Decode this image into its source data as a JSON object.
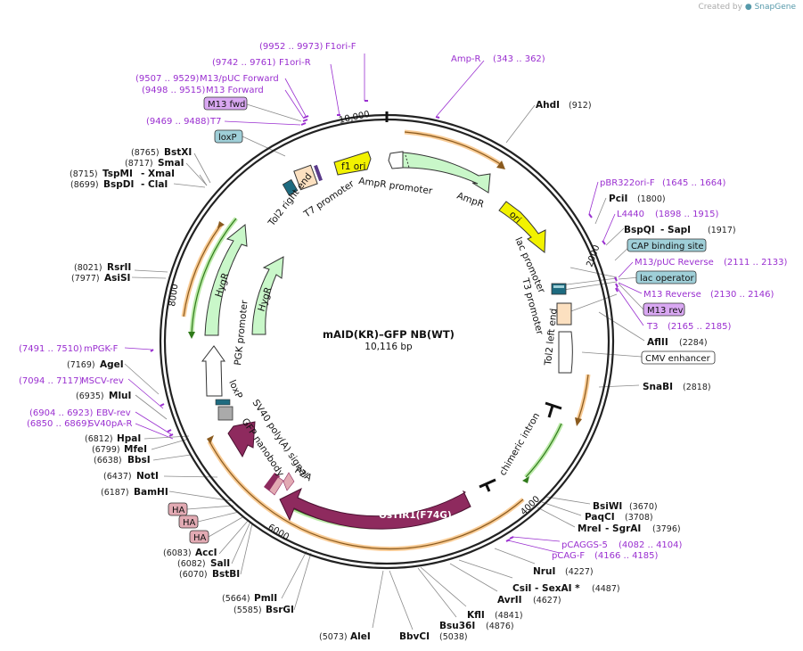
{
  "credit": {
    "prefix": "Created by",
    "brand": "SnapGene"
  },
  "plasmid": {
    "name": "mAID(KR)–GFP NB(WT)",
    "length": "10,116 bp"
  },
  "ticks": {
    "t2000": "2000",
    "t4000": "4000",
    "t6000": "6000",
    "t8000": "8000",
    "t10000": "10,000"
  },
  "sites": [
    {
      "name": "AhdI",
      "pos": "(912)"
    },
    {
      "name": "PciI",
      "pos": "(1800)"
    },
    {
      "name": "BspQI",
      "sep": "- SapI",
      "pos": "(1917)"
    },
    {
      "name": "AflII",
      "pos": "(2284)"
    },
    {
      "name": "SnaBI",
      "pos": "(2818)"
    },
    {
      "name": "BsiWI",
      "pos": "(3670)"
    },
    {
      "name": "PaqCI",
      "pos": "(3708)"
    },
    {
      "name": "MreI",
      "sep": "- SgrAI",
      "pos": "(3796)"
    },
    {
      "name": "NruI",
      "pos": "(4227)"
    },
    {
      "name": "CsiI",
      "sep": "- SexAI *",
      "pos": "(4487)"
    },
    {
      "name": "AvrII",
      "pos": "(4627)"
    },
    {
      "name": "KflI",
      "pos": "(4841)"
    },
    {
      "name": "Bsu36I",
      "pos": "(4876)"
    },
    {
      "name": "BbvCI",
      "pos": "(5038)"
    },
    {
      "name": "AleI",
      "pos": "(5073)"
    },
    {
      "name": "BsrGI",
      "pos": "(5585)"
    },
    {
      "name": "PmlI",
      "pos": "(5664)"
    },
    {
      "name": "BstBI",
      "pos": "(6070)"
    },
    {
      "name": "SalI",
      "pos": "(6082)"
    },
    {
      "name": "AccI",
      "pos": "(6083)"
    },
    {
      "name": "BamHI",
      "pos": "(6187)"
    },
    {
      "name": "NotI",
      "pos": "(6437)"
    },
    {
      "name": "BbsI",
      "pos": "(6638)"
    },
    {
      "name": "MfeI",
      "pos": "(6799)"
    },
    {
      "name": "HpaI",
      "pos": "(6812)"
    },
    {
      "name": "MluI",
      "pos": "(6935)"
    },
    {
      "name": "AgeI",
      "pos": "(7169)"
    },
    {
      "name": "AsiSI",
      "pos": "(7977)"
    },
    {
      "name": "RsrII",
      "pos": "(8021)"
    },
    {
      "name": "BspDI",
      "sep": "- ClaI",
      "pos": "(8699)"
    },
    {
      "name": "TspMI",
      "sep": "- XmaI",
      "pos": "(8715)"
    },
    {
      "name": "SmaI",
      "pos": "(8717)"
    },
    {
      "name": "BstXI",
      "pos": "(8765)"
    }
  ],
  "primers": [
    {
      "name": "F1ori-F",
      "range": "(9952 .. 9973)"
    },
    {
      "name": "F1ori-R",
      "range": "(9742 .. 9761)"
    },
    {
      "name": "M13/pUC Forward",
      "range": "(9507 .. 9529)"
    },
    {
      "name": "M13 Forward",
      "range": "(9498 .. 9515)"
    },
    {
      "name": "T7",
      "range": "(9469 .. 9488)"
    },
    {
      "name": "Amp-R",
      "range": "(343 .. 362)"
    },
    {
      "name": "pBR322ori-F",
      "range": "(1645 .. 1664)"
    },
    {
      "name": "L4440",
      "range": "(1898 .. 1915)"
    },
    {
      "name": "M13/pUC Reverse",
      "range": "(2111 .. 2133)"
    },
    {
      "name": "M13 Reverse",
      "range": "(2130 .. 2146)"
    },
    {
      "name": "T3",
      "range": "(2165 .. 2185)"
    },
    {
      "name": "pCAGGS-5",
      "range": "(4082 .. 4104)"
    },
    {
      "name": "pCAG-F",
      "range": "(4166 .. 4185)"
    },
    {
      "name": "mPGK-F",
      "range": "(7491 .. 7510)"
    },
    {
      "name": "MSCV-rev",
      "range": "(7094 .. 7117)"
    },
    {
      "name": "EBV-rev",
      "range": "(6904 .. 6923)"
    },
    {
      "name": "SV40pA-R",
      "range": "(6850 .. 6869)"
    }
  ],
  "boxed": {
    "m13fwd": "M13 fwd",
    "loxp_top": "loxP",
    "cap": "CAP binding site",
    "lacop": "lac operator",
    "m13rev": "M13 rev",
    "cmv": "CMV enhancer",
    "ha1": "HA",
    "ha2": "HA",
    "ha3": "HA"
  },
  "features": {
    "f1ori": "f1 ori",
    "ampr_promoter": "AmpR promoter",
    "ampr": "AmpR",
    "ori": "ori",
    "lac_promoter": "lac promoter",
    "t3_promoter": "T3 promoter",
    "tol2_left": "Tol2 left end",
    "chimeric_intron": "chimeric intron",
    "ostir1": "OsTIR1(F74G)",
    "p2a": "P2A",
    "gfp_nb": "GFP nanobody",
    "sv40": "SV40 poly(A) signal",
    "loxp_inner": "loxP",
    "pgk": "PGK promoter",
    "hygr_outer": "HygR",
    "hygr_inner": "HygR",
    "tol2_right": "Tol2 right end",
    "t7_promoter": "T7 promoter"
  },
  "colors": {
    "backbone": "#222222",
    "enzyme_line": "#8a8a8a",
    "primer": "#9a2fd0",
    "ori": "#f2f200",
    "ampr": "#c9f7c9",
    "ostir": "#8e2a5e",
    "orange_orf": "#f4a340",
    "green_orf": "#4fa82e",
    "box_blue": "#9fcfd8",
    "box_purple": "#d9a8f2",
    "box_pink": "#e2aab3"
  }
}
